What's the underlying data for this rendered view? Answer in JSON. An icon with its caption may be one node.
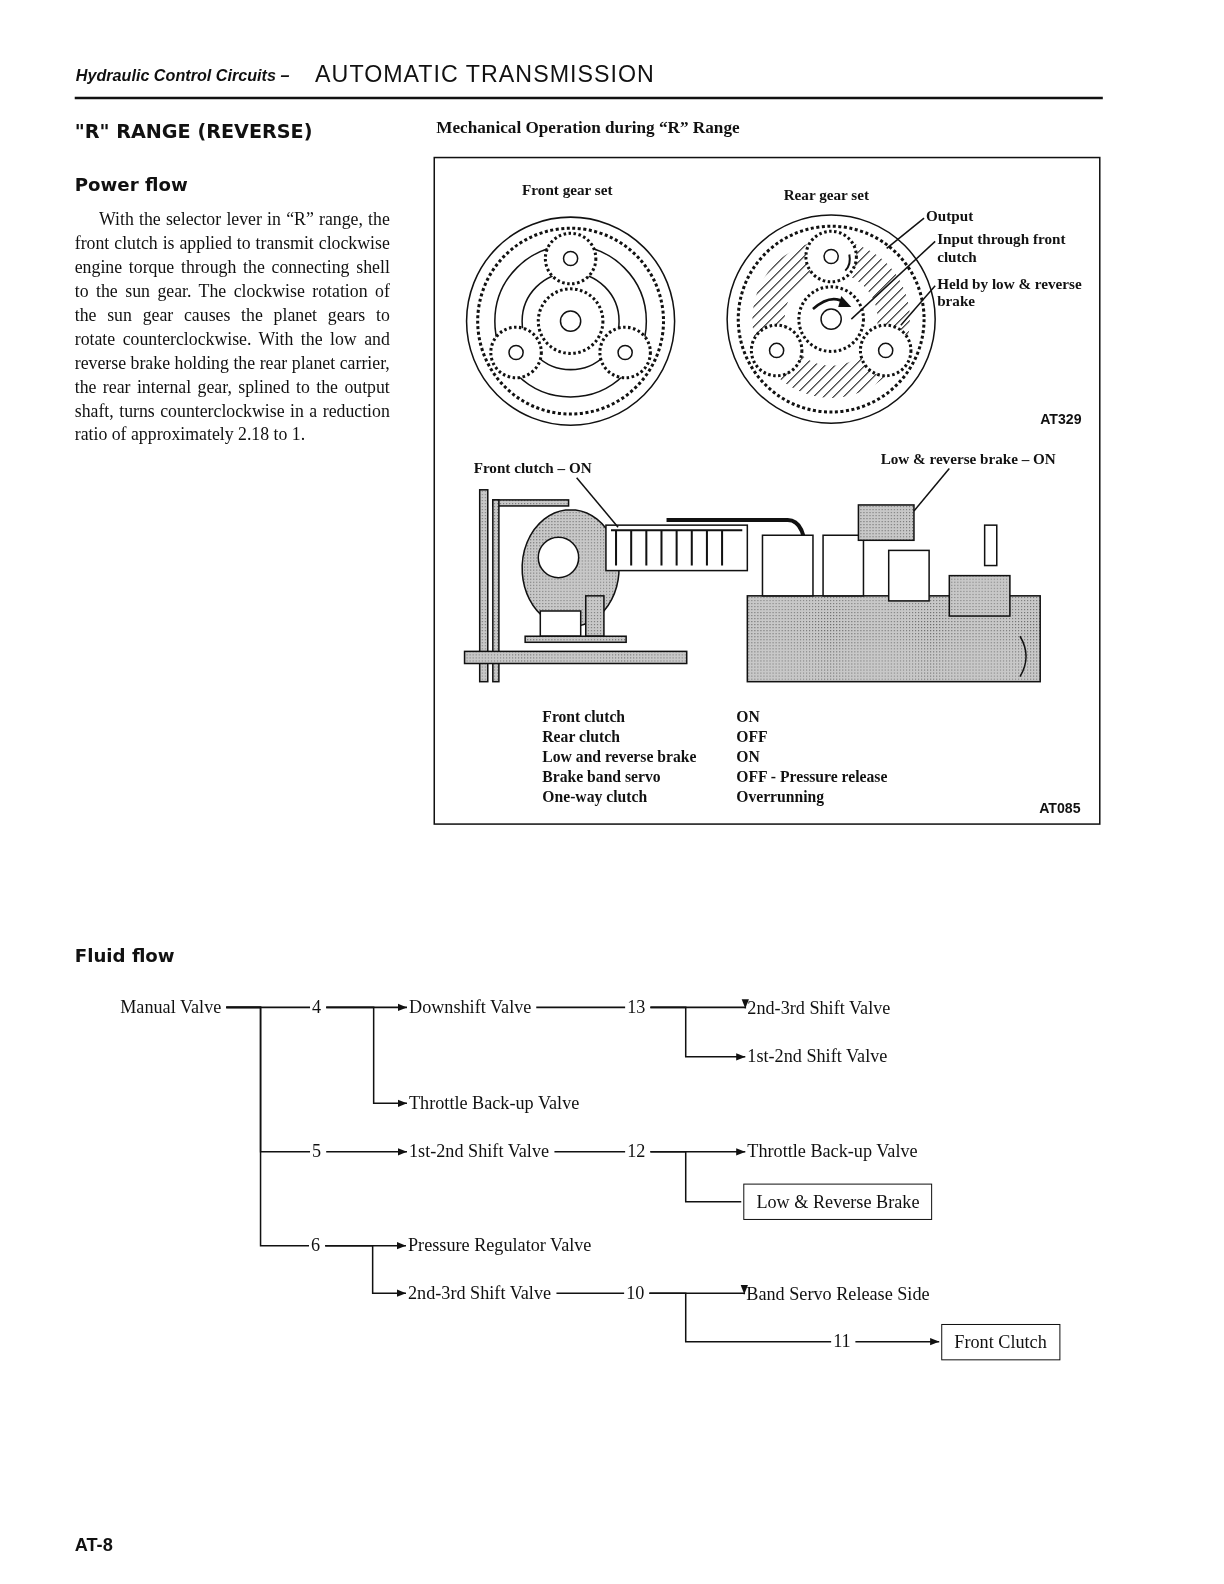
{
  "diagram": {
    "nodes": [
      {
        "text": [
          "Output"
        ]
      },
      {
        "text": [
          "Input through front clutch"
        ]
      },
      {
        "text": [
          "Held by low & reverse brake"
        ]
      },
      {
        "text": [
          "Front clutch – ON"
        ]
      },
      {
        "text": [
          "Low & reverse brake – ON"
        ]
      },
      {
        "text": [
          "Manual Valve"
        ]
      },
      {
        "text": [
          "4"
        ]
      },
      {
        "text": [
          "Downshift Valve"
        ]
      },
      {
        "text": [
          "13"
        ]
      },
      {
        "text": [
          "2nd-3rd Shift Valve"
        ]
      },
      {
        "text": [
          "1st-2nd Shift Valve"
        ]
      },
      {
        "text": [
          "Throttle Back-up Valve"
        ]
      },
      {
        "text": [
          "5"
        ]
      },
      {
        "text": [
          "1st-2nd Shift Valve"
        ]
      },
      {
        "text": [
          "12"
        ]
      },
      {
        "text": [
          "Throttle Back-up Valve"
        ]
      },
      {
        "text": [
          "Low & Reverse Brake"
        ]
      },
      {
        "text": [
          "6"
        ]
      },
      {
        "text": [
          "Pressure Regulator Valve"
        ]
      },
      {
        "text": [
          "2nd-3rd Shift Valve"
        ]
      },
      {
        "text": [
          "10"
        ]
      },
      {
        "text": [
          "Band Servo Release Side"
        ]
      },
      {
        "text": [
          "11"
        ]
      },
      {
        "text": [
          "Front Clutch"
        ]
      }
    ],
    "edges": [
      {
        "from": 5,
        "to": 6,
        "arrow": "none"
      },
      {
        "from": 5,
        "to": 12,
        "arrow": "none"
      },
      {
        "from": 5,
        "to": 17,
        "arrow": "none"
      },
      {
        "from": 6,
        "to": 7,
        "arrow": "to"
      },
      {
        "from": 6,
        "to": 11,
        "arrow": "to"
      },
      {
        "from": 7,
        "to": 8,
        "arrow": "none"
      },
      {
        "from": 8,
        "to": 9,
        "arrow": "to"
      },
      {
        "from": 8,
        "to": 10,
        "arrow": "to"
      },
      {
        "from": 12,
        "to": 13,
        "arrow": "to"
      },
      {
        "from": 13,
        "to": 14,
        "arrow": "none"
      },
      {
        "from": 14,
        "to": 15,
        "arrow": "to"
      },
      {
        "from": 14,
        "to": 16,
        "arrow": "none"
      },
      {
        "from": 17,
        "to": 18,
        "arrow": "to"
      },
      {
        "from": 17,
        "to": 19,
        "arrow": "to"
      },
      {
        "from": 19,
        "to": 20,
        "arrow": "none"
      },
      {
        "from": 20,
        "to": 21,
        "arrow": "to"
      },
      {
        "from": 20,
        "to": 22,
        "arrow": "none"
      },
      {
        "from": 22,
        "to": 23,
        "arrow": "to"
      },
      {
        "from": 0,
        "to": null,
        "arrow": "none"
      },
      {
        "from": 1,
        "to": null,
        "arrow": "none"
      },
      {
        "from": 2,
        "to": null,
        "arrow": "none"
      },
      {
        "from": 3,
        "to": null,
        "arrow": "none"
      },
      {
        "from": 4,
        "to": null,
        "arrow": "none"
      }
    ],
    "labels": [
      "Hydraulic Control Circuits –",
      "AUTOMATIC TRANSMISSION",
      "\"R\" RANGE (REVERSE)",
      "Mechanical Operation during “R” Range",
      "Power flow",
      "With the selector lever in “R” range, the front clutch is applied to transmit clockwise engine torque through the connecting shell to the sun gear. The clockwise rotation of the sun gear causes the planet gears to rotate counterclockwise. With the low and reverse brake holding the rear planet carrier, the rear internal gear, splined to the output shaft, turns counterclockwise in a reduction ratio of approximately 2.18 to 1.",
      "Front gear set",
      "Rear gear set",
      "AT329",
      "Front clutch",
      "ON",
      "Rear clutch",
      "OFF",
      "Low and reverse brake",
      "ON",
      "Brake band servo",
      "OFF - Pressure release",
      "One-way clutch",
      "Overrunning",
      "AT085",
      "Fluid flow",
      "AT-8"
    ]
  }
}
